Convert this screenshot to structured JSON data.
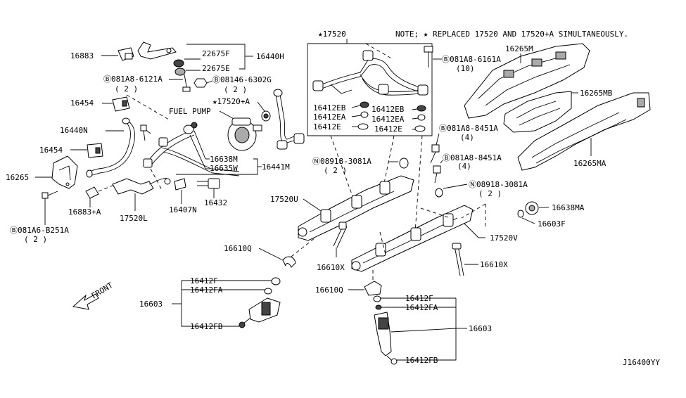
{
  "note": "NOTE; ★ REPLACED 17520 AND 17520+A SIMULTANEOUSLY.",
  "diagram_code": "J16400YY",
  "front_label": "FRONT",
  "labels": {
    "p16883": "16883",
    "p16883a": "16883+A",
    "p22675f": "22675F",
    "p22675e": "22675E",
    "p16440h": "16440H",
    "b6121a": "Ⓑ081A8-6121A",
    "b6121a_q": "( 2 )",
    "b6302g": "Ⓑ08146-6302G",
    "b6302g_q": "( 2 )",
    "p16454a": "16454",
    "p16454b": "16454",
    "p16440n": "16440N",
    "p16265": "16265",
    "b251a": "Ⓑ081A6-B251A",
    "b251a_q": "( 2 )",
    "p17520l": "17520L",
    "p16407n": "16407N",
    "p16432": "16432",
    "fuel_pump": "FUEL PUMP",
    "p17520a": "★17520+A",
    "p16638m": "16638M",
    "p16635w": "16635W",
    "p16441m": "16441M",
    "p17520": "★17520",
    "p16412eb_l": "16412EB",
    "p16412ea_l": "16412EA",
    "p16412e_l": "16412E",
    "p16412eb_r": "16412EB",
    "p16412ea_r": "16412EA",
    "p16412e_r": "16412E",
    "b6161a": "Ⓑ081A8-6161A",
    "b6161a_q": "(10)",
    "p16265m": "16265M",
    "p16265mb": "16265MB",
    "b8451a_1": "Ⓑ081A8-8451A",
    "b8451a_1_q": "(4)",
    "b8451a_2": "Ⓑ081A8-8451A",
    "b8451a_2_q": "(4)",
    "p16265ma": "16265MA",
    "n3081a_1": "Ⓝ08918-3081A",
    "n3081a_1_q": "( 2 )",
    "n3081a_2": "Ⓝ08918-3081A",
    "n3081a_2_q": "( 2 )",
    "p17520u": "17520U",
    "p16638ma": "16638MA",
    "p16603f": "16603F",
    "p17520v": "17520V",
    "p16610q_l": "16610Q",
    "p16610x_l": "16610X",
    "p16610x_r": "16610X",
    "p16610q_r": "16610Q",
    "p16412f_l": "16412F",
    "p16412fa_l": "16412FA",
    "p16603_l": "16603",
    "p16412fb_l": "16412FB",
    "p16412f_r": "16412F",
    "p16412fa_r": "16412FA",
    "p16603_r": "16603",
    "p16412fb_r": "16412FB"
  }
}
